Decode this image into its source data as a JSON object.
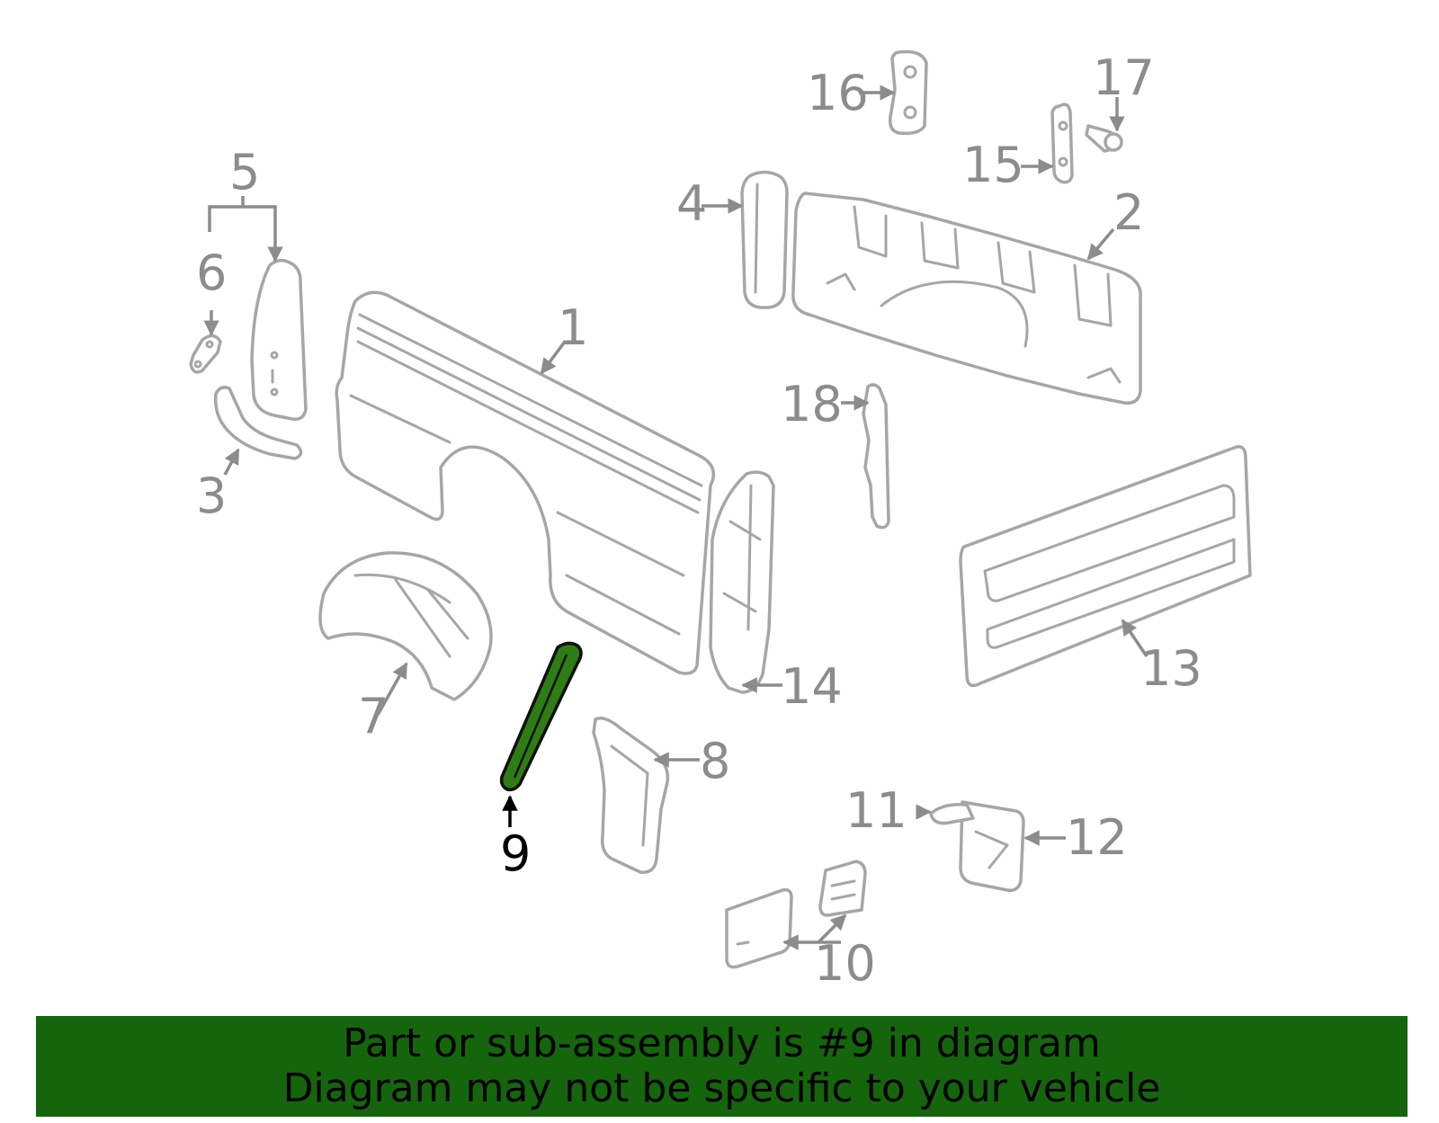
{
  "labels": {
    "l1": "1",
    "l2": "2",
    "l3": "3",
    "l4": "4",
    "l5": "5",
    "l6": "6",
    "l7": "7",
    "l8": "8",
    "l9": "9",
    "l10": "10",
    "l11": "11",
    "l12": "12",
    "l13": "13",
    "l14": "14",
    "l15": "15",
    "l16": "16",
    "l17": "17",
    "l18": "18"
  },
  "highlight": {
    "part": "9",
    "color": "#2e7d14"
  },
  "banner": {
    "line1": "Part or sub-assembly is #9 in diagram",
    "line2": "Diagram may not be specific to your vehicle",
    "background": "#15650c"
  }
}
